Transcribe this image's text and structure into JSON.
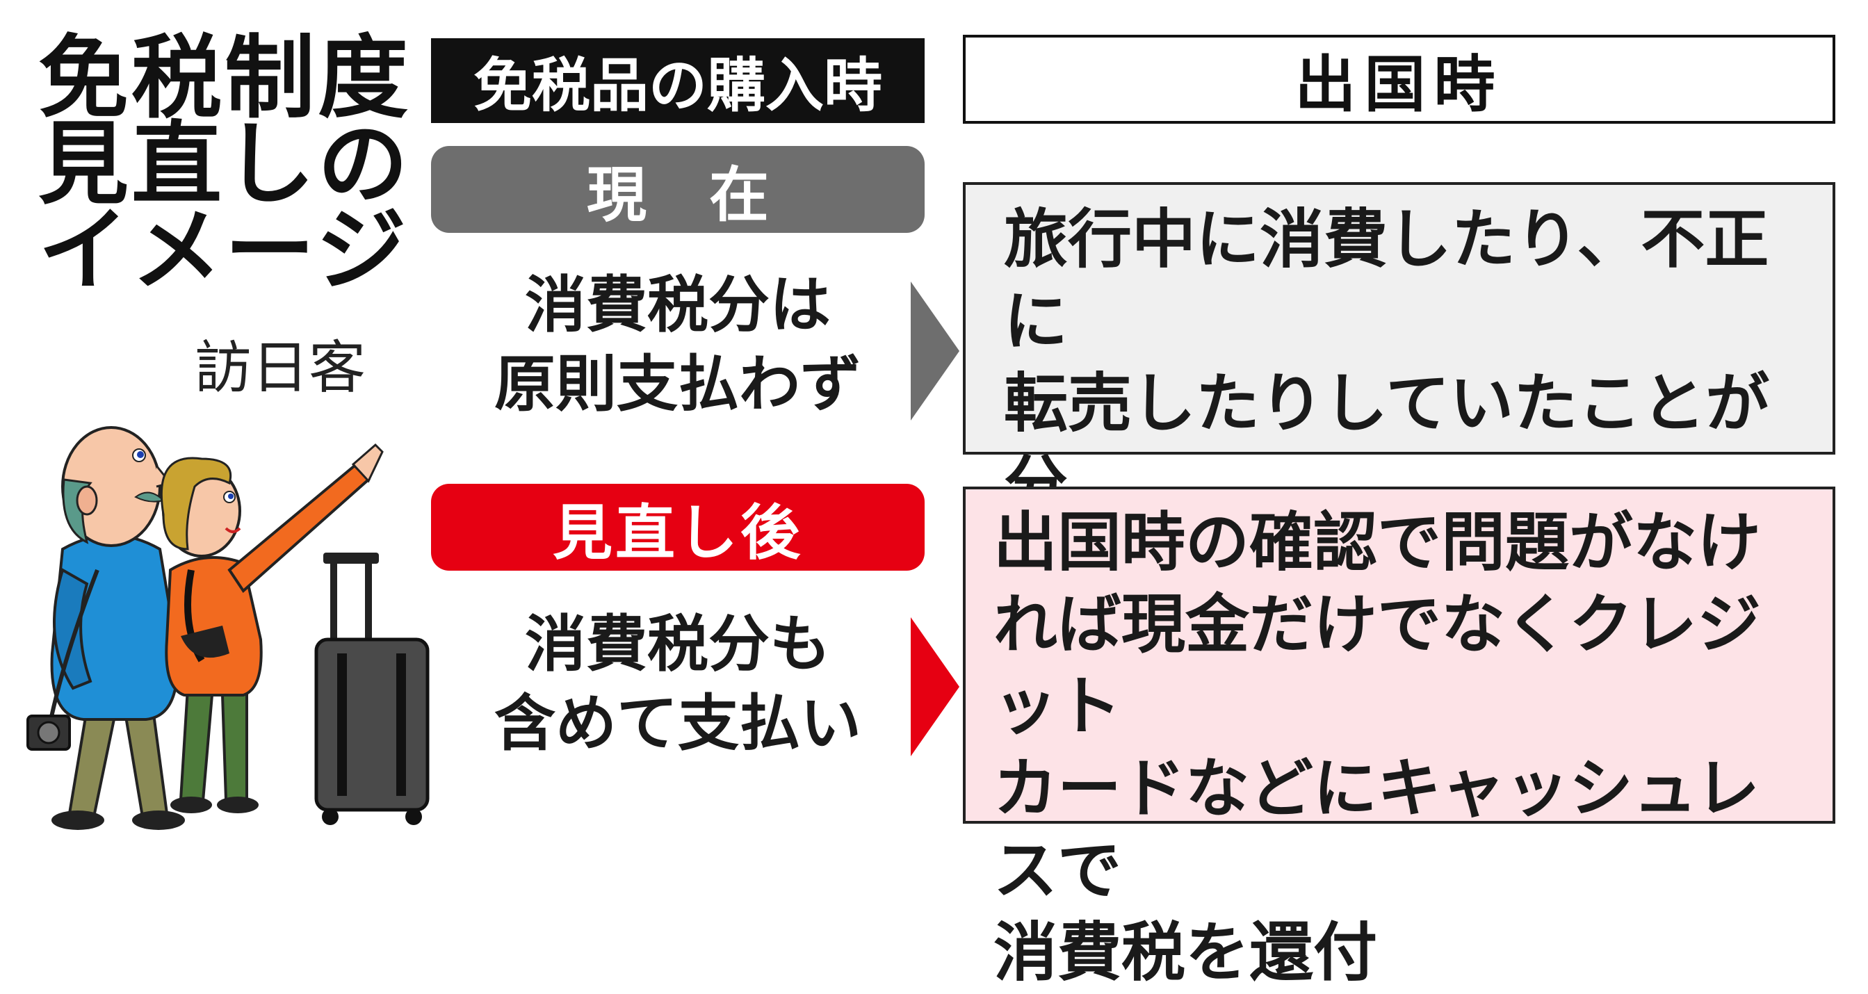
{
  "title": "免税制度\n見直しの\nイメージ",
  "visitor_label": "訪日客",
  "purchase_header": "免税品の購入時",
  "departure_header": "出国時",
  "current": {
    "tag": "現在",
    "statement": "消費税分は\n原則支払わず",
    "detail": "旅行中に消費したり、不正に\n転売したりしていたことが分\nかった場合は消費税を徴収"
  },
  "revised": {
    "tag": "見直し後",
    "statement": "消費税分も\n含めて支払い",
    "detail": "出国時の確認で問題がなけ\nれば現金だけでなくクレジット\nカードなどにキャッシュレスで\n消費税を還付"
  },
  "colors": {
    "current_tag": "#6e6e6e",
    "revised_tag": "#e60012",
    "current_box": "#f0f0f0",
    "revised_box": "#fde3e7",
    "header_black": "#111111"
  }
}
